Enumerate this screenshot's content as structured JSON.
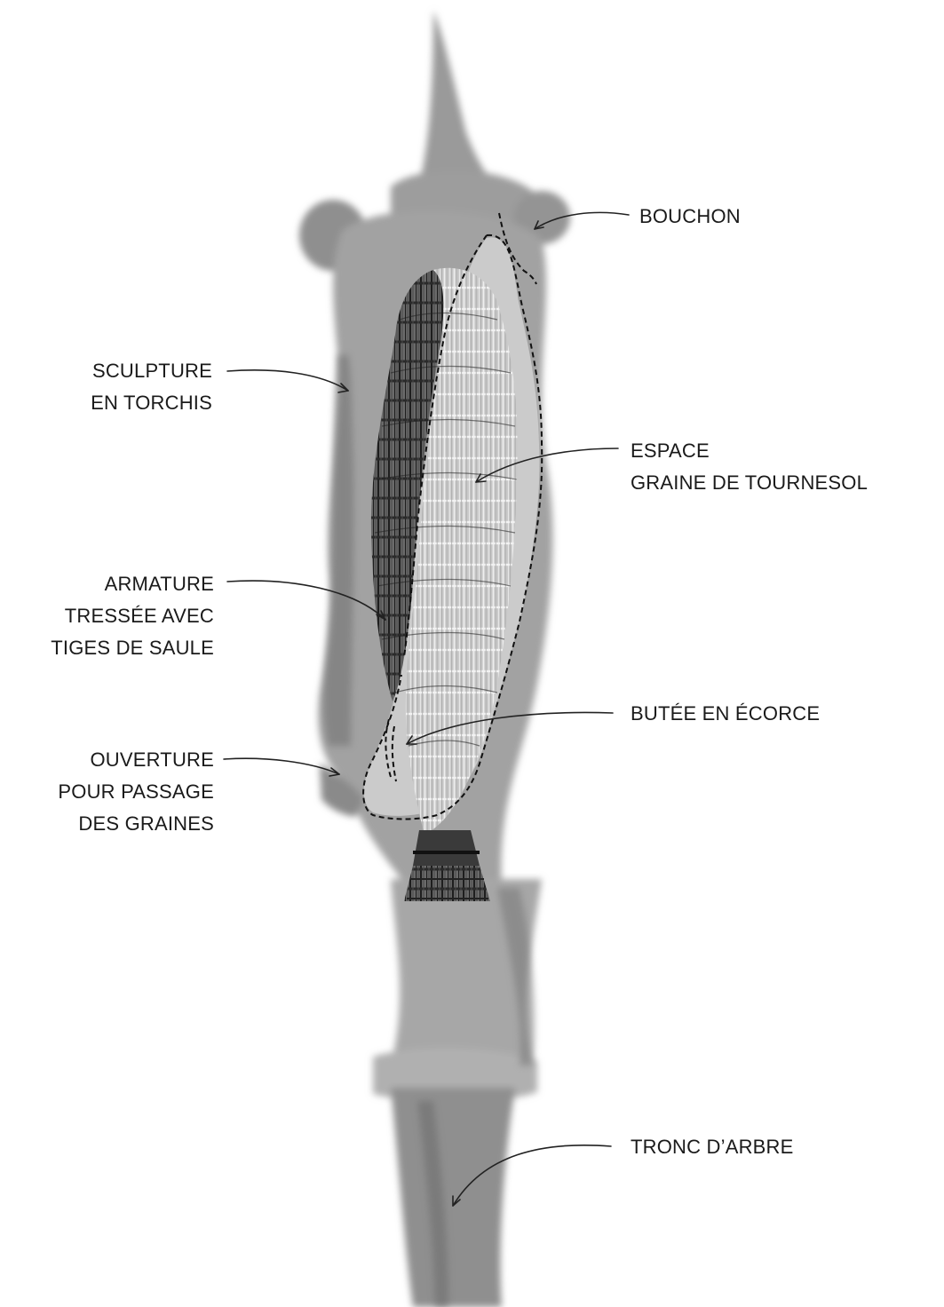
{
  "labels": {
    "bouchon": "BOUCHON",
    "sculpture": [
      "SCULPTURE",
      "EN TORCHIS"
    ],
    "espace": [
      "ESPACE",
      "GRAINE DE TOURNESOL"
    ],
    "armature": [
      "ARMATURE",
      "TRESSÉE AVEC",
      "TIGES DE SAULE"
    ],
    "butee": "BUTÉE EN ÉCORCE",
    "ouverture": [
      "OUVERTURE",
      "POUR PASSAGE",
      "DES GRAINES"
    ],
    "tronc": "TRONC D’ARBRE"
  },
  "colors": {
    "sculpture": "#9a9a9a",
    "sculpture_dark": "#7d7d7d",
    "weave_dark": "#2e2e2e",
    "weave_light": "#d6d6d6",
    "seed_space": "#c8c8c8",
    "leader": "#222222"
  }
}
